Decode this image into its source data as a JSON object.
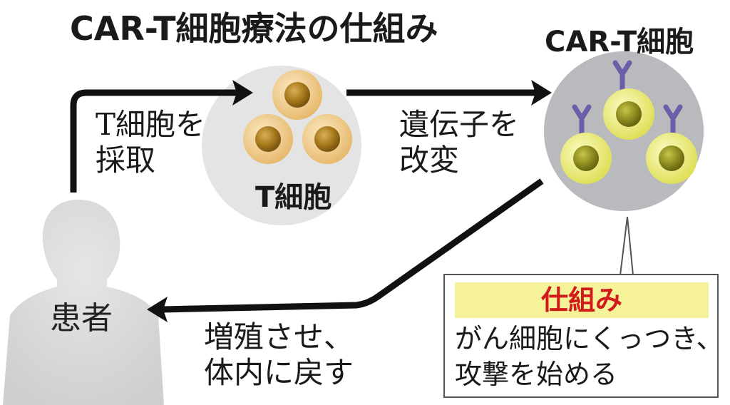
{
  "title": "CAR-T細胞療法の仕組み",
  "cart_title": "CAR-T細胞",
  "tcell_label": "T細胞",
  "step1": [
    "T細胞を",
    "採取"
  ],
  "step2": [
    "遺伝子を",
    "改変"
  ],
  "step3": [
    "増殖させ、",
    "体内に戻す"
  ],
  "patient_label": "患者",
  "mechanism": {
    "header": "仕組み",
    "lines": [
      "がん細胞にくっつき、",
      "攻撃を始める"
    ]
  },
  "colors": {
    "circle_bg": "#e4e4e4",
    "cart_circle_bg": "#b9babd",
    "tcell_outer": "#f1cd8c",
    "tcell_nucleus": "#a8791c",
    "cart_outer": "#ecec78",
    "cart_nucleus": "#8d8c1f",
    "receptor": "#6a5fa6",
    "mechanism_header_bg": "#f6f29a",
    "mechanism_header_text": "#d11a1a"
  }
}
